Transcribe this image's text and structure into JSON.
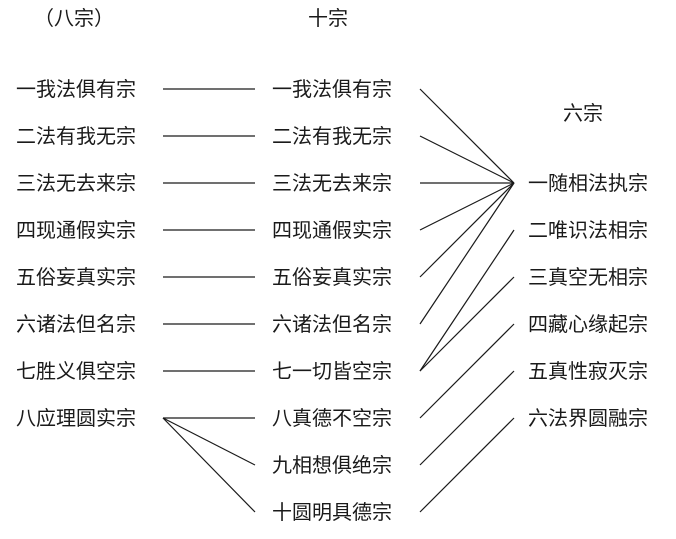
{
  "headers": {
    "eight": "（八宗）",
    "ten": "十宗",
    "six": "六宗"
  },
  "eight_schools": [
    "一我法俱有宗",
    "二法有我无宗",
    "三法无去来宗",
    "四现通假实宗",
    "五俗妄真实宗",
    "六诸法但名宗",
    "七胜义俱空宗",
    "八应理圆实宗"
  ],
  "ten_schools": [
    "一我法俱有宗",
    "二法有我无宗",
    "三法无去来宗",
    "四现通假实宗",
    "五俗妄真实宗",
    "六诸法但名宗",
    "七一切皆空宗",
    "八真德不空宗",
    "九相想俱绝宗",
    "十圆明具德宗"
  ],
  "six_schools": [
    "一随相法执宗",
    "二唯识法相宗",
    "三真空无相宗",
    "四藏心缘起宗",
    "五真性寂灭宗",
    "六法界圆融宗"
  ],
  "links_eight_to_ten": [
    [
      0,
      0
    ],
    [
      1,
      1
    ],
    [
      2,
      2
    ],
    [
      3,
      3
    ],
    [
      4,
      4
    ],
    [
      5,
      5
    ],
    [
      6,
      6
    ],
    [
      7,
      7
    ],
    [
      7,
      8
    ],
    [
      7,
      9
    ]
  ],
  "links_ten_to_six": [
    [
      0,
      0
    ],
    [
      1,
      0
    ],
    [
      2,
      0
    ],
    [
      3,
      0
    ],
    [
      4,
      0
    ],
    [
      5,
      0
    ],
    [
      6,
      1
    ],
    [
      6,
      2
    ],
    [
      7,
      3
    ],
    [
      8,
      4
    ],
    [
      9,
      5
    ]
  ]
}
